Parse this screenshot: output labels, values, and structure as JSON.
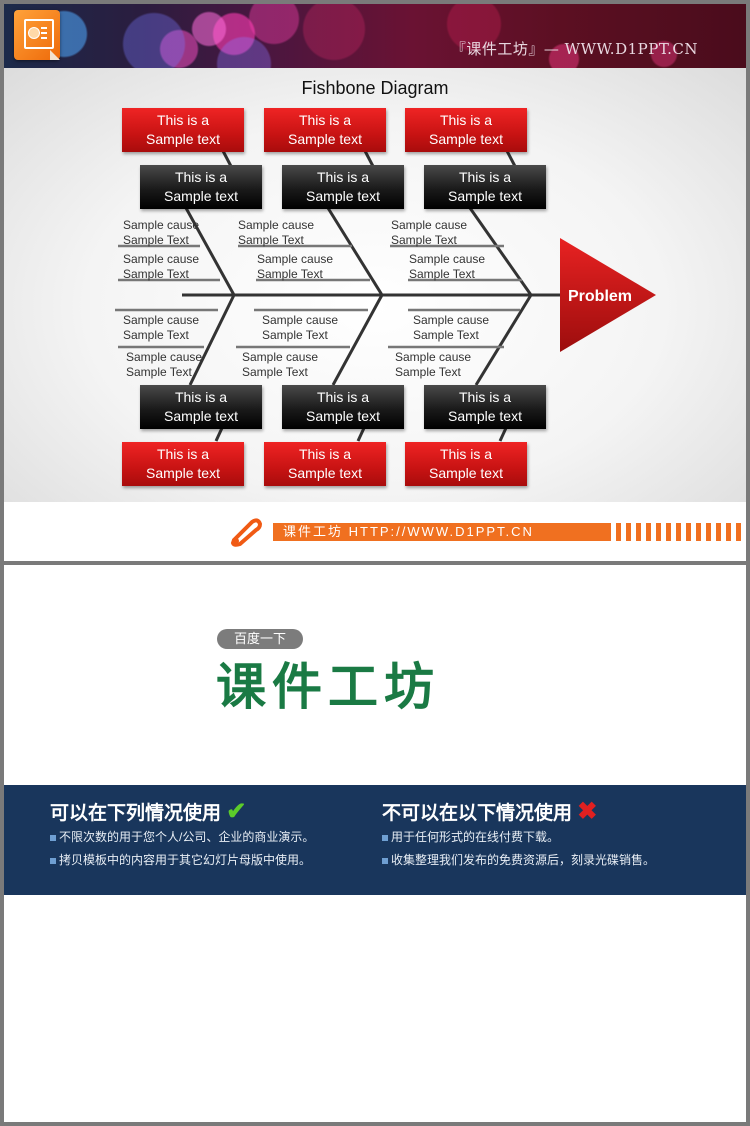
{
  "banner": {
    "text": "『课件工坊』— WWW.D1PPT.CN",
    "logo_icon": "powerpoint-icon"
  },
  "diagram": {
    "title": "Fishbone Diagram",
    "problem": "Problem",
    "top_red_boxes": [
      {
        "line1": "This is a",
        "line2": "Sample text"
      },
      {
        "line1": "This is a",
        "line2": "Sample text"
      },
      {
        "line1": "This is a",
        "line2": "Sample text"
      }
    ],
    "top_black_boxes": [
      {
        "line1": "This is a",
        "line2": "Sample text"
      },
      {
        "line1": "This is a",
        "line2": "Sample text"
      },
      {
        "line1": "This is a",
        "line2": "Sample text"
      }
    ],
    "bottom_black_boxes": [
      {
        "line1": "This is a",
        "line2": "Sample text"
      },
      {
        "line1": "This is a",
        "line2": "Sample text"
      },
      {
        "line1": "This is a",
        "line2": "Sample text"
      }
    ],
    "bottom_red_boxes": [
      {
        "line1": "This is a",
        "line2": "Sample text"
      },
      {
        "line1": "This is a",
        "line2": "Sample text"
      },
      {
        "line1": "This is a",
        "line2": "Sample text"
      }
    ],
    "causes_top": [
      {
        "line1": "Sample cause",
        "line2": "Sample Text"
      },
      {
        "line1": "Sample cause",
        "line2": "Sample Text"
      },
      {
        "line1": "Sample cause",
        "line2": "Sample Text"
      },
      {
        "line1": "Sample cause",
        "line2": "Sample Text"
      },
      {
        "line1": "Sample cause",
        "line2": "Sample Text"
      },
      {
        "line1": "Sample cause",
        "line2": "Sample Text"
      }
    ],
    "causes_bottom": [
      {
        "line1": "Sample cause",
        "line2": "Sample Text"
      },
      {
        "line1": "Sample cause",
        "line2": "Sample Text"
      },
      {
        "line1": "Sample cause",
        "line2": "Sample Text"
      },
      {
        "line1": "Sample cause",
        "line2": "Sample Text"
      },
      {
        "line1": "Sample cause",
        "line2": "Sample Text"
      },
      {
        "line1": "Sample cause",
        "line2": "Sample Text"
      }
    ]
  },
  "footer": {
    "url_text": "课件工坊 HTTP://WWW.D1PPT.CN",
    "icon": "pencil-icon"
  },
  "promo": {
    "pill": "百度一下",
    "brand": "课件工坊"
  },
  "usage": {
    "allowed": {
      "title": "可以在下列情况使用",
      "icon": "✔",
      "items": [
        "不限次数的用于您个人/公司、企业的商业演示。",
        "拷贝模板中的内容用于其它幻灯片母版中使用。"
      ]
    },
    "forbidden": {
      "title": "不可以在以下情况使用",
      "icon": "✖",
      "items": [
        "用于任何形式的在线付费下载。",
        "收集整理我们发布的免费资源后，刻录光碟销售。"
      ]
    }
  },
  "colors": {
    "red_box": "#c81313",
    "black_box": "#1a1a1a",
    "orange": "#f07020",
    "navy": "#19365c",
    "brand_green": "#1a7a44"
  }
}
